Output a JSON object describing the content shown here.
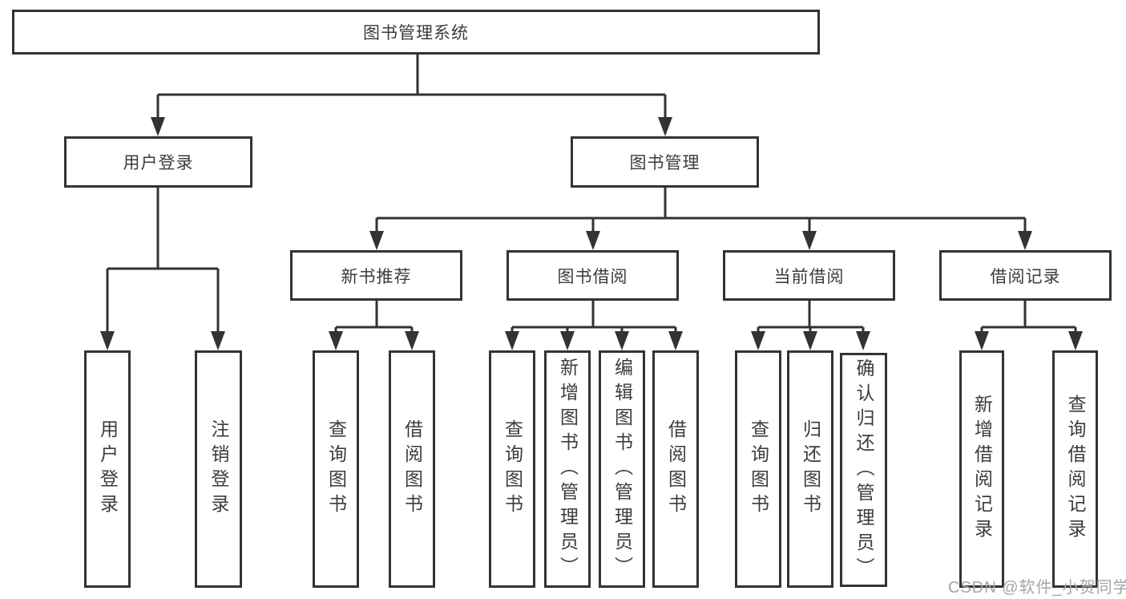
{
  "colors": {
    "line": "#333333",
    "node_border": "#333333",
    "node_text": "#3c3c3c",
    "background": "#ffffff",
    "watermark": "#a6a6a6"
  },
  "nodes": {
    "root": {
      "label": "图书管理系统"
    },
    "user_login": {
      "label": "用户登录"
    },
    "book_management": {
      "label": "图书管理"
    },
    "new_book_recommend": {
      "label": "新书推荐"
    },
    "book_borrowing": {
      "label": "图书借阅"
    },
    "current_borrowing": {
      "label": "当前借阅"
    },
    "borrowing_records": {
      "label": "借阅记录"
    },
    "leaf_user_login": {
      "label": "用户登录"
    },
    "leaf_logout_login": {
      "label": "注销登录"
    },
    "leaf_query_books_1": {
      "label": "查询图书"
    },
    "leaf_borrow_books_1": {
      "label": "借阅图书"
    },
    "leaf_query_books_2": {
      "label": "查询图书"
    },
    "leaf_add_books_admin": {
      "label": "新增图书（管理员）"
    },
    "leaf_edit_books_admin": {
      "label": "编辑图书（管理员）"
    },
    "leaf_borrow_books_2": {
      "label": "借阅图书"
    },
    "leaf_query_books_3": {
      "label": "查询图书"
    },
    "leaf_return_books": {
      "label": "归还图书"
    },
    "leaf_confirm_return_admin": {
      "label": "确认归还（管理员）"
    },
    "leaf_add_borrow_record": {
      "label": "新增借阅记录"
    },
    "leaf_query_borrow_record": {
      "label": "查询借阅记录"
    }
  },
  "watermark": {
    "text": "CSDN @软件_小贺同学"
  }
}
